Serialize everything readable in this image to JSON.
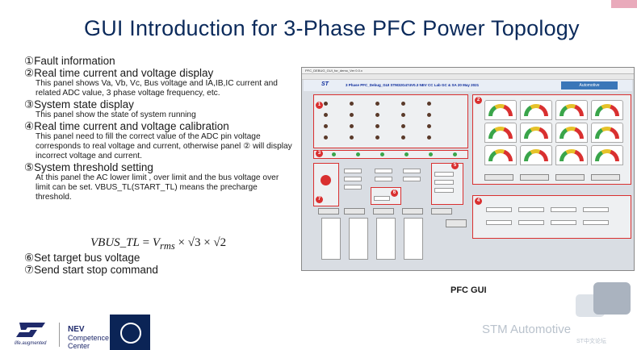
{
  "slide": {
    "title": "GUI Introduction for 3-Phase PFC Power Topology",
    "items": [
      {
        "heading": "①Fault information",
        "desc": ""
      },
      {
        "heading": "②Real time current and voltage display",
        "desc": "This panel shows Va, Vb, Vc, Bus voltage and IA,IB,IC current and related ADC value, 3 phase voltage frequency, etc."
      },
      {
        "heading": "③System state display",
        "desc": "This panel show the state of system running"
      },
      {
        "heading": "④Real time current and voltage calibration",
        "desc": "This panel need to fill the correct value of the ADC pin voltage corresponds to real voltage and current, otherwise panel ② will display incorrect voltage and current."
      },
      {
        "heading": "⑤System threshold setting",
        "desc": "At this panel the AC lower limit , over limit and the bus voltage over limit can be set. VBUS_TL(START_TL) means the precharge threshold."
      }
    ],
    "formula": {
      "lhs": "VBUS_TL",
      "eq": " = ",
      "vrms": "V",
      "sub": "rms",
      "mult1": " × √3 × √2"
    },
    "items_after": [
      {
        "heading": "⑥Set target bus voltage"
      },
      {
        "heading": "⑦Send start stop command"
      }
    ],
    "gui_caption": "PFC GUI"
  },
  "gui": {
    "window_title": "PFC_DEBUG_GUI_for_demo_Ver 0.0.x",
    "st_logo": "ST",
    "header_info": "3 Phase PFC_Debug_GUI  STM32G474V0.3      NEV CC Lab GC & SA  20 May 2021",
    "automotive": "Automotive",
    "badges": [
      "1",
      "2",
      "3",
      "4",
      "5",
      "6",
      "7"
    ]
  },
  "footer": {
    "st_sub": "life.augmented",
    "nev_line1": "NEV",
    "nev_line2": "Competence",
    "nev_line3": "Center",
    "watermark": "STM Automotive",
    "watermark_sub": "ST中文论坛"
  }
}
